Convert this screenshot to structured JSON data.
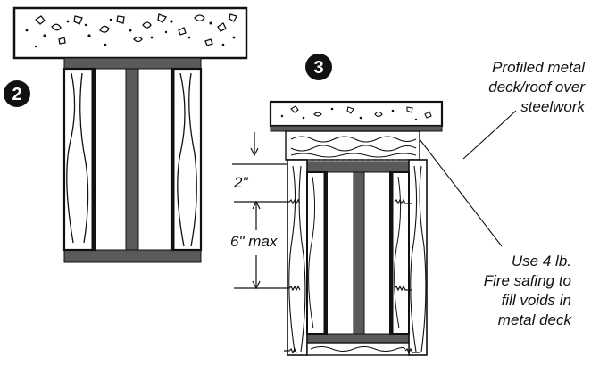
{
  "markers": {
    "detail_2": "2",
    "detail_3": "3"
  },
  "labels": {
    "deck_line1": "Profiled metal",
    "deck_line2": "deck/roof over",
    "deck_line3": "steelwork",
    "safing_line1": "Use 4 lb.",
    "safing_line2": "Fire safing to",
    "safing_line3": "fill voids in",
    "safing_line4": "metal deck"
  },
  "dimensions": {
    "gap": "2\"",
    "spacing": "6\" max"
  },
  "colors": {
    "steel": "#5a5a5a",
    "line": "#111111",
    "marker_fill": "#111111"
  }
}
